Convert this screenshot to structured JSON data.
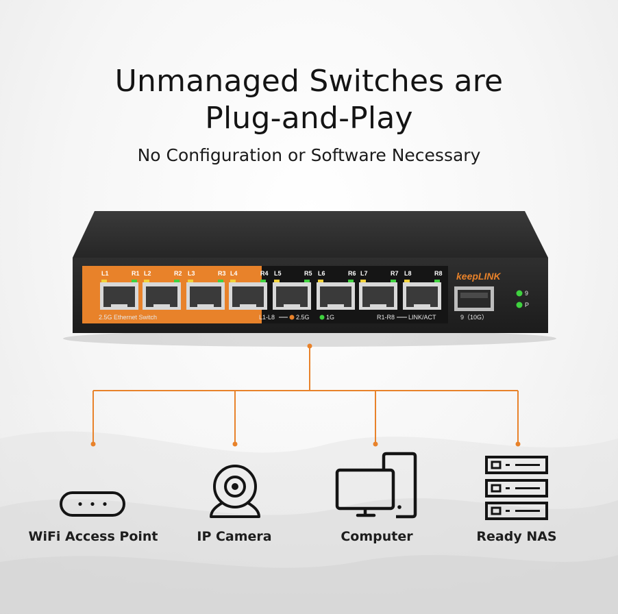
{
  "headline": {
    "line1": "Unmanaged Switches are",
    "line2": "Plug-and-Play"
  },
  "subheadline": "No Configuration or Software Necessary",
  "switch": {
    "brand": "keepLINK",
    "panel_label": "2.5G Ethernet Switch",
    "port_labels": [
      "L1",
      "R1",
      "L2",
      "R2",
      "L3",
      "R3",
      "L4",
      "R4",
      "L5",
      "R5",
      "L6",
      "R6",
      "L7",
      "R7",
      "L8",
      "R8"
    ],
    "legend_l": "L1-L8",
    "legend_25g": "2.5G",
    "legend_1g": "1G",
    "legend_r": "R1-R8",
    "legend_link": "LINK/ACT",
    "sfp_label": "9（10G）",
    "led_labels": [
      "9",
      "P"
    ]
  },
  "devices": [
    {
      "label": "WiFi Access Point",
      "icon": "wifi-access-point-icon"
    },
    {
      "label": "IP Camera",
      "icon": "ip-camera-icon"
    },
    {
      "label": "Computer",
      "icon": "computer-icon"
    },
    {
      "label": "Ready NAS",
      "icon": "nas-icon"
    }
  ],
  "colors": {
    "accent": "#e8822a",
    "led_green": "#3fd23f",
    "led_yellow": "#f2d23a",
    "chassis": "#2a2a2a"
  }
}
